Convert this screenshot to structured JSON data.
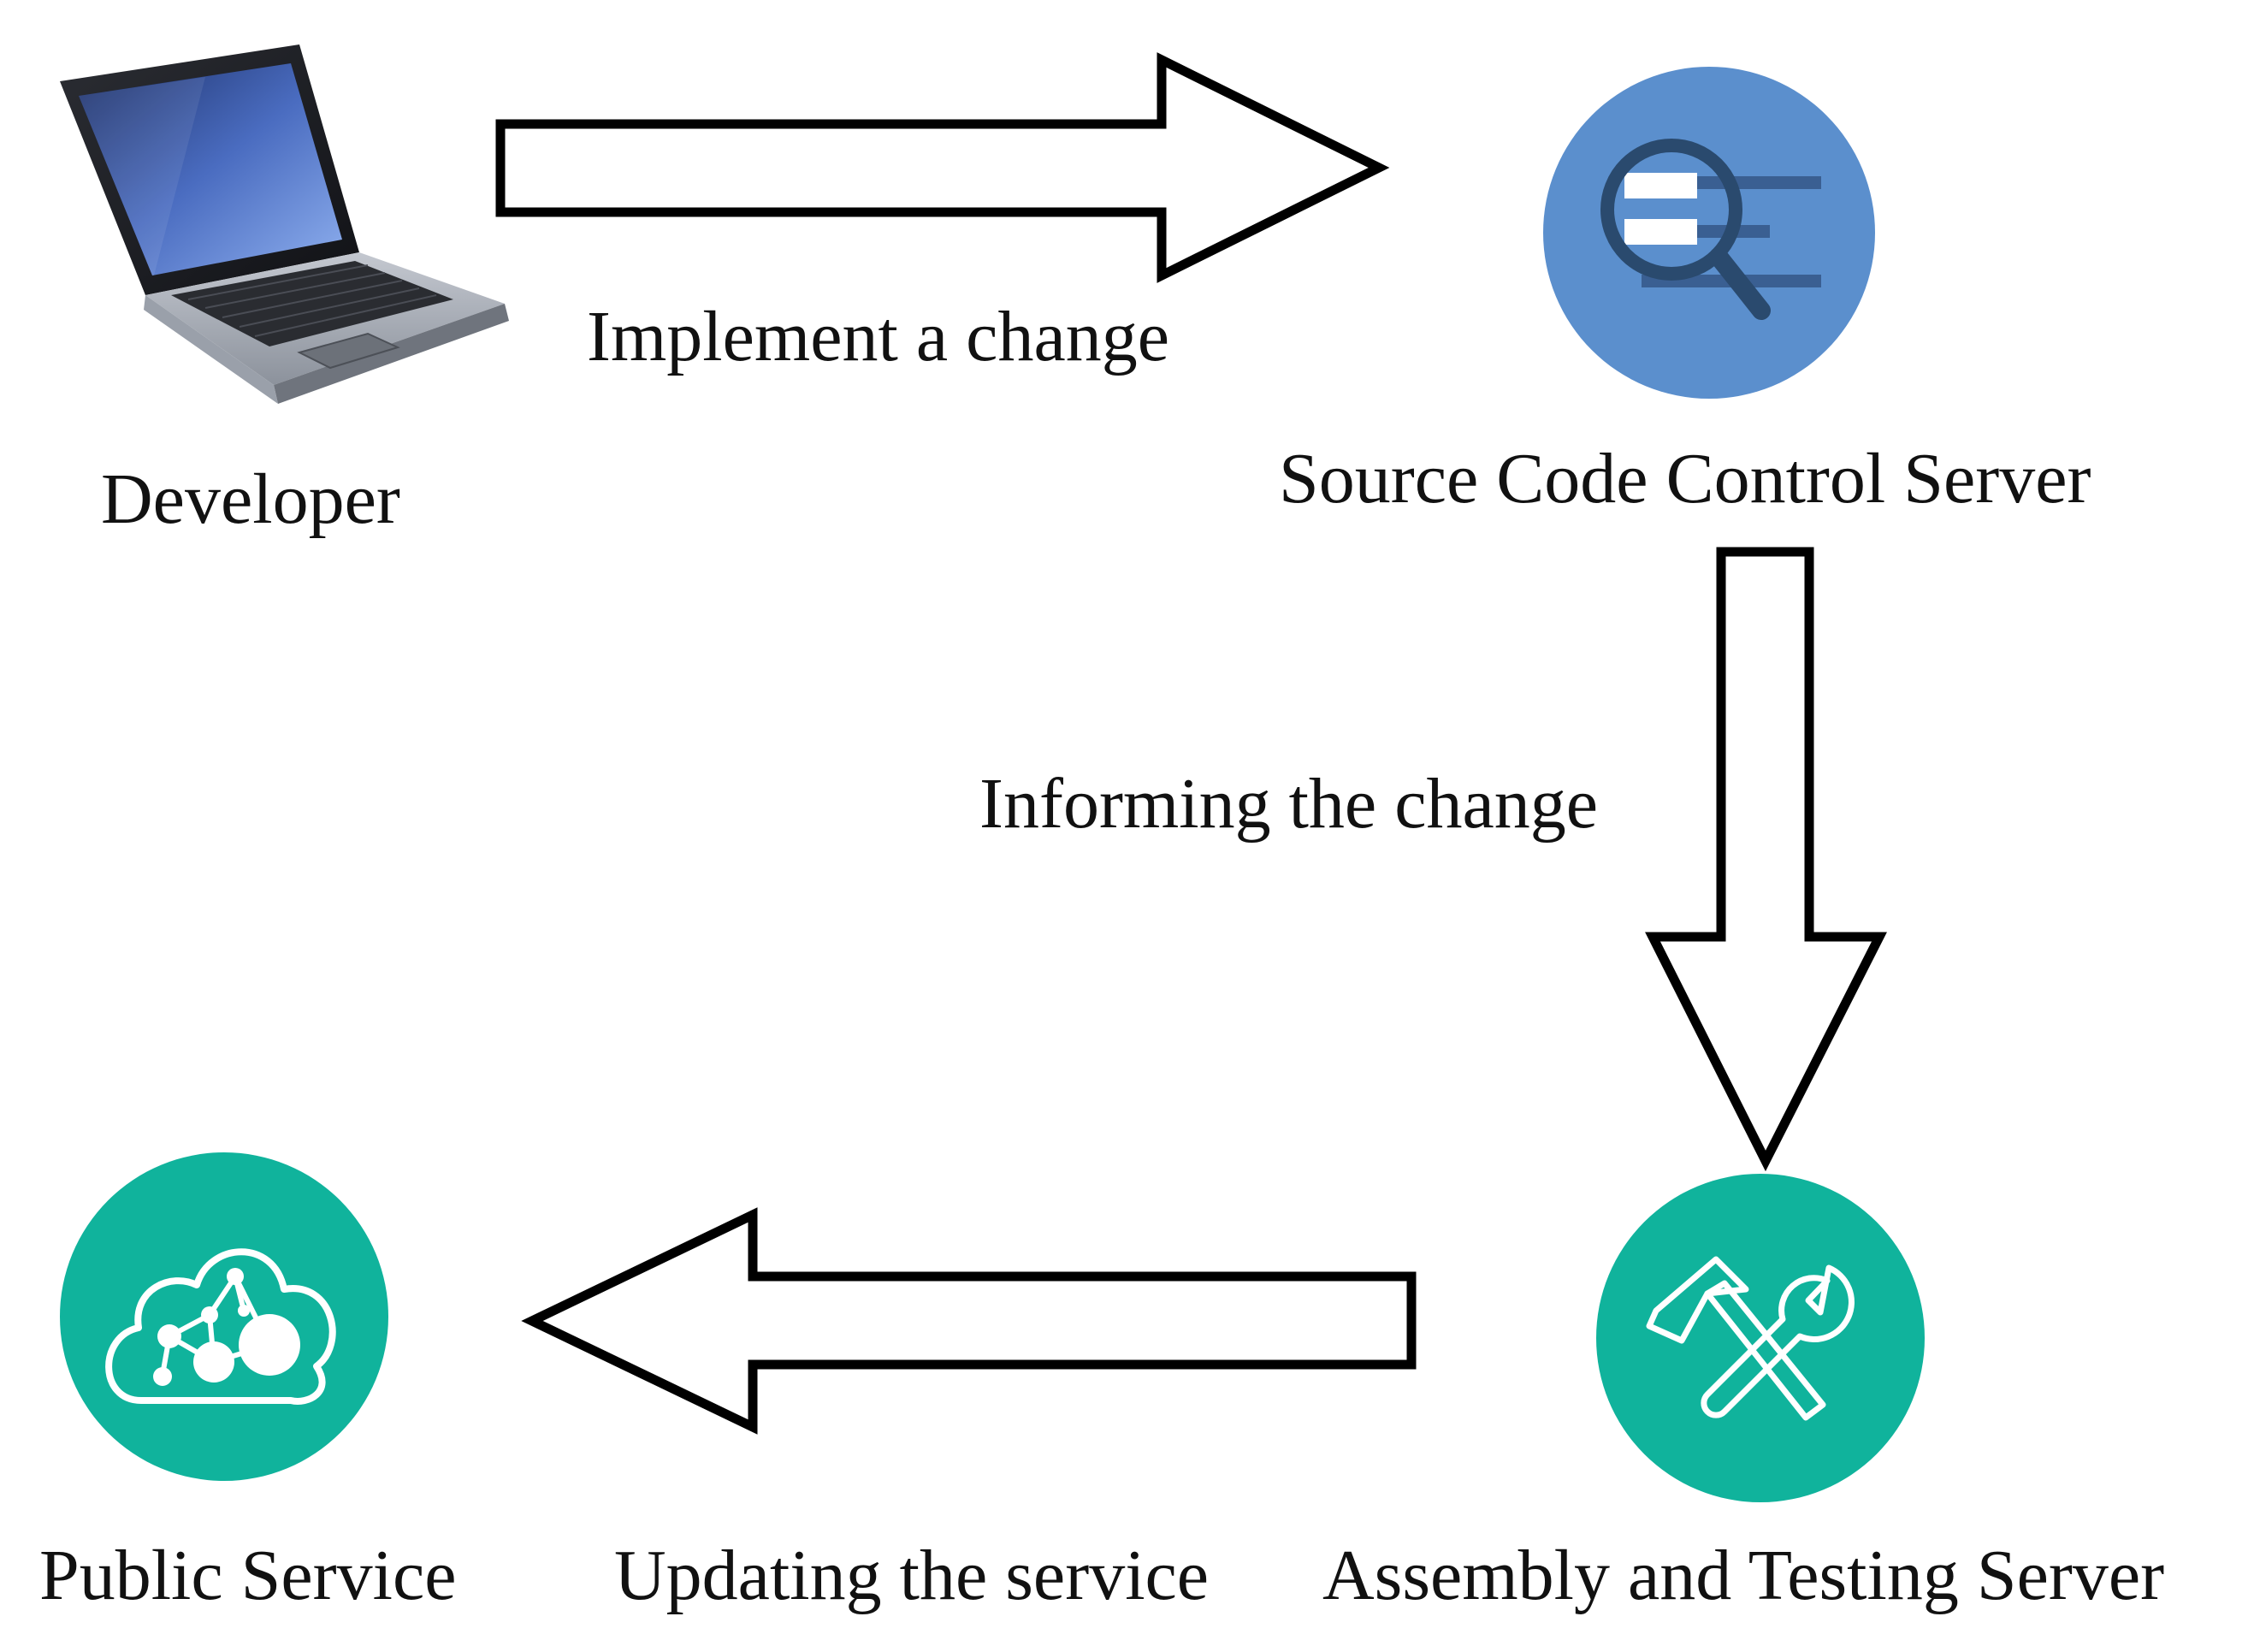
{
  "nodes": {
    "developer": {
      "label": "Developer",
      "icon": "laptop-icon"
    },
    "source_server": {
      "label": "Source Code Control Server",
      "icon": "search-list-icon",
      "color": "#5b8fcd"
    },
    "assembly_server": {
      "label": "Assembly and Testing Server",
      "icon": "tools-icon",
      "color": "#10b39c"
    },
    "public_service": {
      "label": "Public Service",
      "icon": "cloud-network-icon",
      "color": "#10b39c"
    }
  },
  "edges": {
    "implement": {
      "label": "Implement a change"
    },
    "inform": {
      "label": "Informing the change"
    },
    "update": {
      "label": "Updating the service"
    }
  },
  "colors": {
    "arrow_stroke": "#000000",
    "arrow_fill": "#ffffff",
    "text": "#111111"
  }
}
